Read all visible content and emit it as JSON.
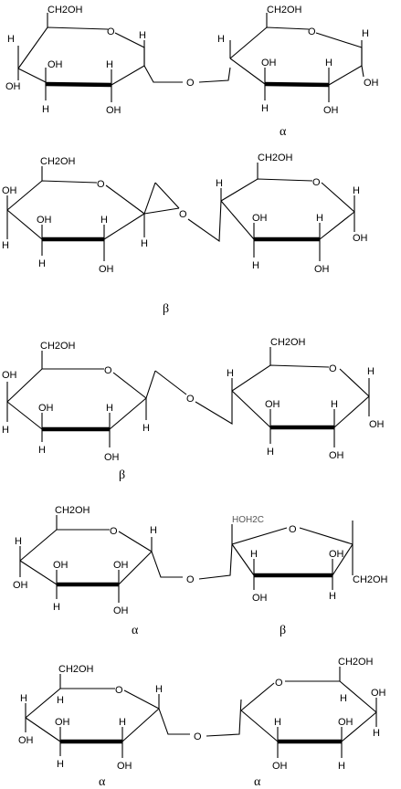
{
  "atoms": {
    "ch2oh": "CH2OH",
    "oh": "OH",
    "h": "H",
    "o": "O",
    "hoh2c": "HOH2C"
  },
  "anomers": {
    "alpha": "α",
    "beta": "β"
  },
  "figures": [
    {
      "id": 1,
      "labels": [
        "α"
      ]
    },
    {
      "id": 2,
      "labels": [
        "β"
      ]
    },
    {
      "id": 3,
      "labels": [
        "β"
      ]
    },
    {
      "id": 4,
      "labels": [
        "α",
        "β"
      ]
    },
    {
      "id": 5,
      "labels": [
        "α",
        "α"
      ]
    }
  ]
}
